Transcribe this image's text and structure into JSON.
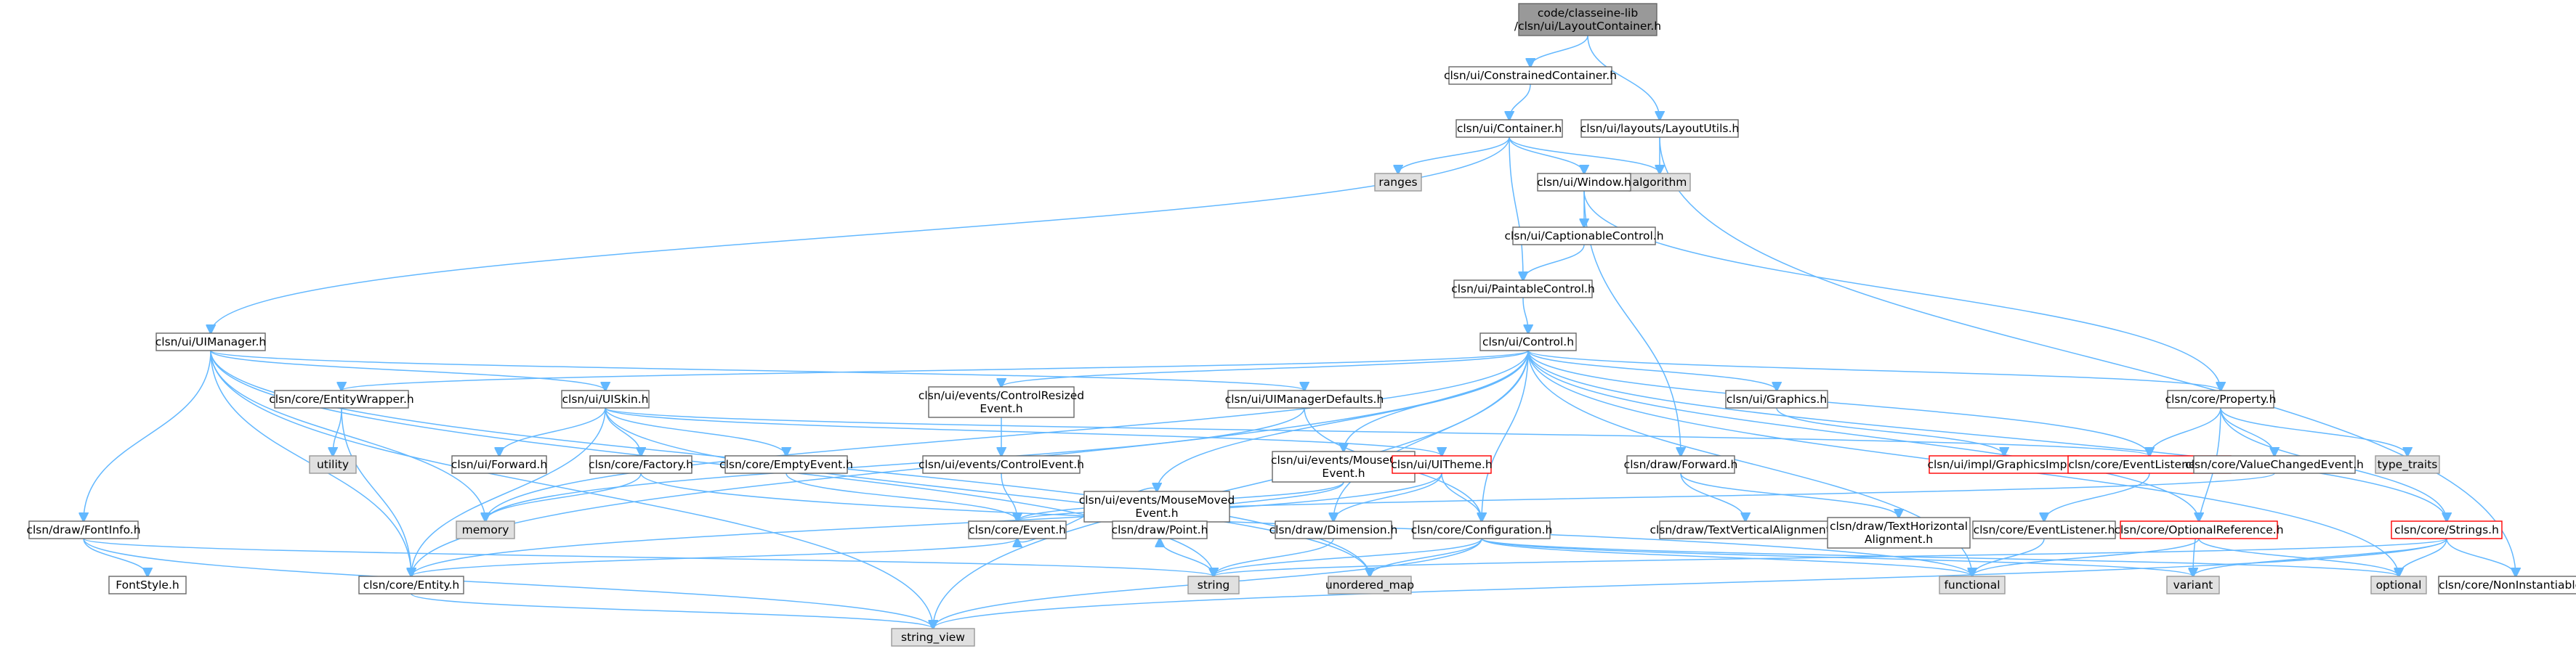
{
  "colors": {
    "root_fill": "#999999",
    "normal_fill": "#ffffff",
    "normal_border": "#666666",
    "external_fill": "#e0e0e0",
    "external_border": "#999999",
    "incomplete_border": "#ff0000",
    "incomplete_text": "#ff0000",
    "edge": "#63b8ff"
  },
  "nodes": [
    {
      "id": "root",
      "lines": [
        "code/classeine-lib",
        "/clsn/ui/LayoutContainer.h"
      ],
      "kind": "root"
    },
    {
      "id": "constrained",
      "lines": [
        "clsn/ui/ConstrainedContainer.h"
      ],
      "kind": "normal"
    },
    {
      "id": "layoututils",
      "lines": [
        "clsn/ui/layouts/LayoutUtils.h"
      ],
      "kind": "normal"
    },
    {
      "id": "container",
      "lines": [
        "clsn/ui/Container.h"
      ],
      "kind": "normal"
    },
    {
      "id": "ranges",
      "lines": [
        "ranges"
      ],
      "kind": "external"
    },
    {
      "id": "algorithm",
      "lines": [
        "algorithm"
      ],
      "kind": "external"
    },
    {
      "id": "window",
      "lines": [
        "clsn/ui/Window.h"
      ],
      "kind": "normal"
    },
    {
      "id": "captionable",
      "lines": [
        "clsn/ui/CaptionableControl.h"
      ],
      "kind": "normal"
    },
    {
      "id": "paintable",
      "lines": [
        "clsn/ui/PaintableControl.h"
      ],
      "kind": "normal"
    },
    {
      "id": "control",
      "lines": [
        "clsn/ui/Control.h"
      ],
      "kind": "normal"
    },
    {
      "id": "uimanager",
      "lines": [
        "clsn/ui/UIManager.h"
      ],
      "kind": "normal"
    },
    {
      "id": "entitywrapper",
      "lines": [
        "clsn/core/EntityWrapper.h"
      ],
      "kind": "normal"
    },
    {
      "id": "uiskin",
      "lines": [
        "clsn/ui/UISkin.h"
      ],
      "kind": "normal"
    },
    {
      "id": "ctrlresized",
      "lines": [
        "clsn/ui/events/ControlResized",
        "Event.h"
      ],
      "kind": "normal"
    },
    {
      "id": "uimgrdefaults",
      "lines": [
        "clsn/ui/UIManagerDefaults.h"
      ],
      "kind": "normal"
    },
    {
      "id": "graphics",
      "lines": [
        "clsn/ui/Graphics.h"
      ],
      "kind": "normal"
    },
    {
      "id": "property",
      "lines": [
        "clsn/core/Property.h"
      ],
      "kind": "normal"
    },
    {
      "id": "utility",
      "lines": [
        "utility"
      ],
      "kind": "external"
    },
    {
      "id": "uiforward",
      "lines": [
        "clsn/ui/Forward.h"
      ],
      "kind": "normal"
    },
    {
      "id": "factory",
      "lines": [
        "clsn/core/Factory.h"
      ],
      "kind": "normal"
    },
    {
      "id": "emptyevent",
      "lines": [
        "clsn/core/EmptyEvent.h"
      ],
      "kind": "normal"
    },
    {
      "id": "ctrlevent",
      "lines": [
        "clsn/ui/events/ControlEvent.h"
      ],
      "kind": "normal"
    },
    {
      "id": "mousemoved",
      "lines": [
        "clsn/ui/events/MouseMoved",
        "Event.h"
      ],
      "kind": "normal"
    },
    {
      "id": "mouseclick",
      "lines": [
        "clsn/ui/events/MouseClick",
        "Event.h"
      ],
      "kind": "normal"
    },
    {
      "id": "uitheme",
      "lines": [
        "clsn/ui/UITheme.h"
      ],
      "kind": "incomplete"
    },
    {
      "id": "drawforward",
      "lines": [
        "clsn/draw/Forward.h"
      ],
      "kind": "normal"
    },
    {
      "id": "graphicsimpl",
      "lines": [
        "clsn/ui/impl/GraphicsImpl.h"
      ],
      "kind": "incomplete"
    },
    {
      "id": "eventlistenerlist",
      "lines": [
        "clsn/core/EventListenerList.h"
      ],
      "kind": "incomplete"
    },
    {
      "id": "valuechanged",
      "lines": [
        "clsn/core/ValueChangedEvent.h"
      ],
      "kind": "normal"
    },
    {
      "id": "typetraits",
      "lines": [
        "type_traits"
      ],
      "kind": "external"
    },
    {
      "id": "fontinfo",
      "lines": [
        "clsn/draw/FontInfo.h"
      ],
      "kind": "normal"
    },
    {
      "id": "memory",
      "lines": [
        "memory"
      ],
      "kind": "external"
    },
    {
      "id": "event",
      "lines": [
        "clsn/core/Event.h"
      ],
      "kind": "normal"
    },
    {
      "id": "point",
      "lines": [
        "clsn/draw/Point.h"
      ],
      "kind": "normal"
    },
    {
      "id": "dimension",
      "lines": [
        "clsn/draw/Dimension.h"
      ],
      "kind": "normal"
    },
    {
      "id": "configuration",
      "lines": [
        "clsn/core/Configuration.h"
      ],
      "kind": "normal"
    },
    {
      "id": "textvalign",
      "lines": [
        "clsn/draw/TextVerticalAlignment.h"
      ],
      "kind": "normal"
    },
    {
      "id": "texthalign",
      "lines": [
        "clsn/draw/TextHorizontal",
        "Alignment.h"
      ],
      "kind": "normal"
    },
    {
      "id": "eventlistener",
      "lines": [
        "clsn/core/EventListener.h"
      ],
      "kind": "normal"
    },
    {
      "id": "optionalref",
      "lines": [
        "clsn/core/OptionalReference.h"
      ],
      "kind": "incomplete"
    },
    {
      "id": "strings",
      "lines": [
        "clsn/core/Strings.h"
      ],
      "kind": "incomplete"
    },
    {
      "id": "fontstyle",
      "lines": [
        "FontStyle.h"
      ],
      "kind": "normal"
    },
    {
      "id": "entity",
      "lines": [
        "clsn/core/Entity.h"
      ],
      "kind": "normal"
    },
    {
      "id": "string",
      "lines": [
        "string"
      ],
      "kind": "external"
    },
    {
      "id": "unorderedmap",
      "lines": [
        "unordered_map"
      ],
      "kind": "external"
    },
    {
      "id": "functional",
      "lines": [
        "functional"
      ],
      "kind": "external"
    },
    {
      "id": "variant",
      "lines": [
        "variant"
      ],
      "kind": "external"
    },
    {
      "id": "optional",
      "lines": [
        "optional"
      ],
      "kind": "external"
    },
    {
      "id": "noninst",
      "lines": [
        "clsn/core/NonInstantiable.h"
      ],
      "kind": "normal"
    },
    {
      "id": "stringview",
      "lines": [
        "string_view"
      ],
      "kind": "external"
    }
  ],
  "edges": [
    [
      "root",
      "constrained"
    ],
    [
      "root",
      "layoututils"
    ],
    [
      "constrained",
      "container"
    ],
    [
      "layoututils",
      "algorithm"
    ],
    [
      "layoututils",
      "noninst"
    ],
    [
      "container",
      "ranges"
    ],
    [
      "container",
      "algorithm"
    ],
    [
      "container",
      "window"
    ],
    [
      "container",
      "paintable"
    ],
    [
      "container",
      "uimanager"
    ],
    [
      "window",
      "captionable"
    ],
    [
      "window",
      "drawforward"
    ],
    [
      "window",
      "property"
    ],
    [
      "captionable",
      "paintable"
    ],
    [
      "paintable",
      "control"
    ],
    [
      "control",
      "memory"
    ],
    [
      "control",
      "entity"
    ],
    [
      "control",
      "entitywrapper"
    ],
    [
      "control",
      "ctrlresized"
    ],
    [
      "control",
      "mousemoved"
    ],
    [
      "control",
      "mouseclick"
    ],
    [
      "control",
      "graphics"
    ],
    [
      "control",
      "property"
    ],
    [
      "control",
      "eventlistenerlist"
    ],
    [
      "control",
      "optionalref"
    ],
    [
      "control",
      "dimension"
    ],
    [
      "control",
      "functional"
    ],
    [
      "control",
      "optional"
    ],
    [
      "control",
      "stringview"
    ],
    [
      "control",
      "configuration"
    ],
    [
      "control",
      "strings"
    ],
    [
      "uimanager",
      "uiskin"
    ],
    [
      "uimanager",
      "uimgrdefaults"
    ],
    [
      "uimanager",
      "memory"
    ],
    [
      "uimanager",
      "entity"
    ],
    [
      "uimanager",
      "fontinfo"
    ],
    [
      "uimanager",
      "stringview"
    ],
    [
      "uimanager",
      "string"
    ],
    [
      "uimanager",
      "unorderedmap"
    ],
    [
      "entitywrapper",
      "utility"
    ],
    [
      "entitywrapper",
      "entity"
    ],
    [
      "uiskin",
      "uiforward"
    ],
    [
      "uiskin",
      "factory"
    ],
    [
      "uiskin",
      "emptyevent"
    ],
    [
      "uiskin",
      "uitheme"
    ],
    [
      "uiskin",
      "eventlistenerlist"
    ],
    [
      "uiskin",
      "entity"
    ],
    [
      "uiskin",
      "unorderedmap"
    ],
    [
      "uimgrdefaults",
      "configuration"
    ],
    [
      "uimgrdefaults",
      "memory"
    ],
    [
      "ctrlresized",
      "ctrlevent"
    ],
    [
      "graphics",
      "graphicsimpl"
    ],
    [
      "property",
      "eventlistenerlist"
    ],
    [
      "property",
      "valuechanged"
    ],
    [
      "property",
      "typetraits"
    ],
    [
      "property",
      "strings"
    ],
    [
      "property",
      "variant"
    ],
    [
      "factory",
      "memory"
    ],
    [
      "factory",
      "functional"
    ],
    [
      "emptyevent",
      "event"
    ],
    [
      "ctrlevent",
      "event"
    ],
    [
      "mousemoved",
      "event"
    ],
    [
      "mousemoved",
      "point"
    ],
    [
      "mouseclick",
      "event"
    ],
    [
      "mouseclick",
      "point"
    ],
    [
      "uitheme",
      "dimension"
    ],
    [
      "uitheme",
      "configuration"
    ],
    [
      "uitheme",
      "entity"
    ],
    [
      "drawforward",
      "textvalign"
    ],
    [
      "drawforward",
      "texthalign"
    ],
    [
      "eventlistenerlist",
      "eventlistener"
    ],
    [
      "valuechanged",
      "event"
    ],
    [
      "fontinfo",
      "fontstyle"
    ],
    [
      "fontinfo",
      "stringview"
    ],
    [
      "fontinfo",
      "string"
    ],
    [
      "event",
      "entity"
    ],
    [
      "point",
      "string"
    ],
    [
      "dimension",
      "string"
    ],
    [
      "configuration",
      "string"
    ],
    [
      "configuration",
      "unorderedmap"
    ],
    [
      "configuration",
      "stringview"
    ],
    [
      "configuration",
      "variant"
    ],
    [
      "configuration",
      "optional"
    ],
    [
      "configuration",
      "functional"
    ],
    [
      "eventlistener",
      "functional"
    ],
    [
      "optionalref",
      "optional"
    ],
    [
      "optionalref",
      "functional"
    ],
    [
      "strings",
      "string"
    ],
    [
      "strings",
      "stringview"
    ],
    [
      "strings",
      "optional"
    ],
    [
      "strings",
      "variant"
    ],
    [
      "strings",
      "noninst"
    ],
    [
      "entity",
      "stringview"
    ]
  ]
}
